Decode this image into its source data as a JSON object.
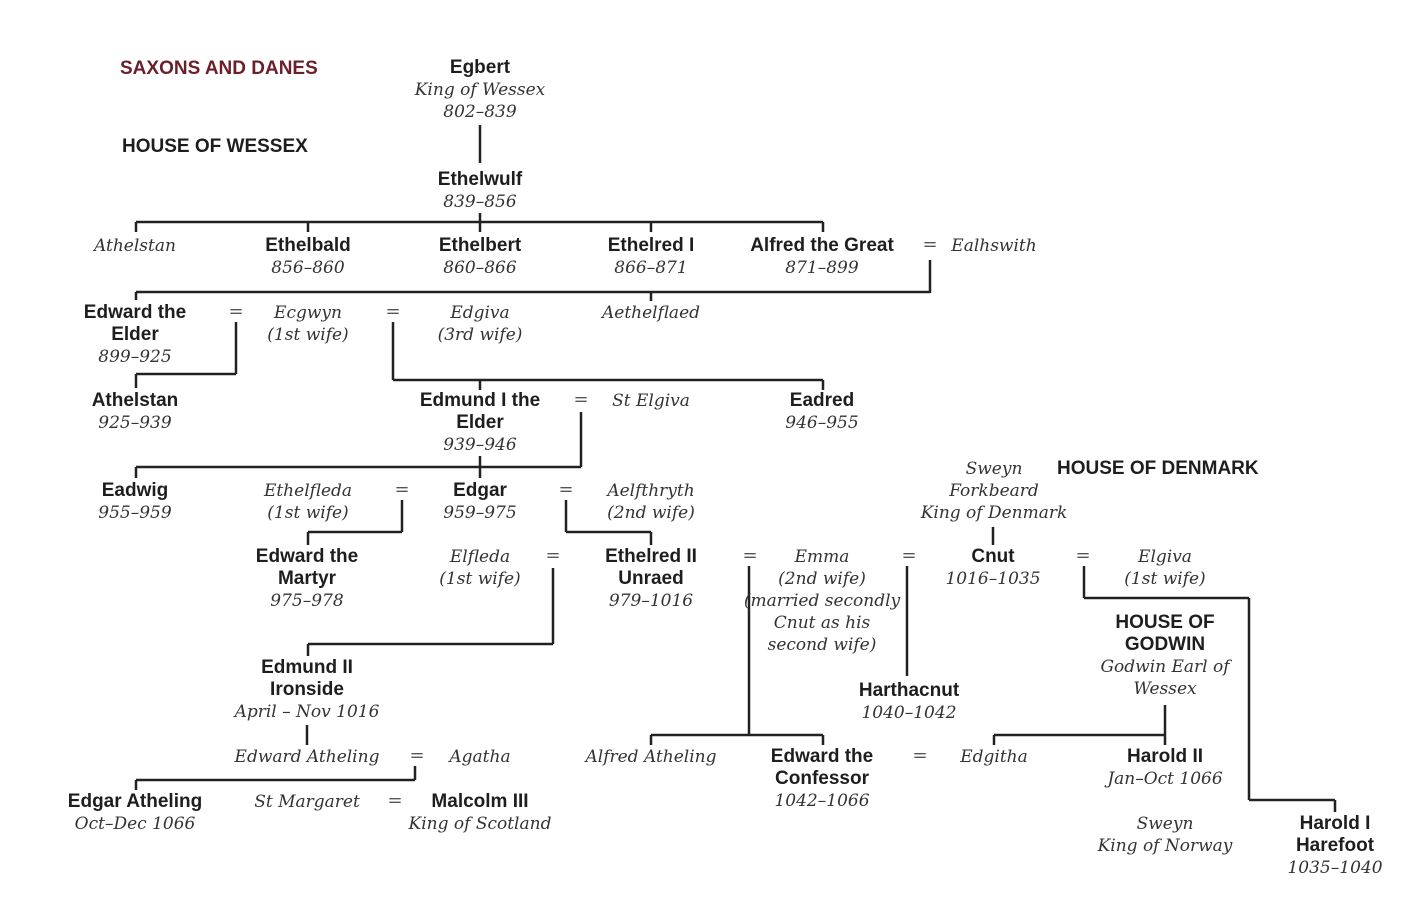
{
  "title": "SAXONS AND DANES",
  "houses": {
    "wessex": "HOUSE OF WESSEX",
    "denmark": "HOUSE OF DENMARK",
    "godwin": [
      "HOUSE OF",
      "GODWIN"
    ]
  },
  "marriage_symbol": "=",
  "nodes": {
    "egbert": [
      "Egbert",
      "King of Wessex",
      "802–839"
    ],
    "ethelwulf": [
      "Ethelwulf",
      "839–856"
    ],
    "athelstan1": [
      "Athelstan"
    ],
    "ethelbald": [
      "Ethelbald",
      "856–860"
    ],
    "ethelbert": [
      "Ethelbert",
      "860–866"
    ],
    "ethelred1": [
      "Ethelred I",
      "866–871"
    ],
    "alfred": [
      "Alfred the Great",
      "871–899"
    ],
    "ealhswith": [
      "Ealhswith"
    ],
    "edward_elder": [
      "Edward the",
      "Elder",
      "899–925"
    ],
    "ecgwyn": [
      "Ecgwyn",
      "(1st wife)"
    ],
    "edgiva": [
      "Edgiva",
      "(3rd wife)"
    ],
    "aethelflaed": [
      "Aethelflaed"
    ],
    "athelstan2": [
      "Athelstan",
      "925–939"
    ],
    "edmund1": [
      "Edmund I the",
      "Elder",
      "939–946"
    ],
    "st_elgiva": [
      "St Elgiva"
    ],
    "eadred": [
      "Eadred",
      "946–955"
    ],
    "sweyn_forkbeard": [
      "Sweyn",
      "Forkbeard",
      "King of Denmark"
    ],
    "eadwig": [
      "Eadwig",
      "955–959"
    ],
    "ethelfleda": [
      "Ethelfleda",
      "(1st wife)"
    ],
    "edgar": [
      "Edgar",
      "959–975"
    ],
    "aelfthryth": [
      "Aelfthryth",
      "(2nd wife)"
    ],
    "edward_martyr": [
      "Edward the",
      "Martyr",
      "975–978"
    ],
    "elfleda": [
      "Elfleda",
      "(1st wife)"
    ],
    "ethelred2": [
      "Ethelred II",
      "Unraed",
      "979–1016"
    ],
    "emma": [
      "Emma",
      "(2nd wife)",
      "(married secondly",
      "Cnut as his",
      "second wife)"
    ],
    "cnut": [
      "Cnut",
      "1016–1035"
    ],
    "elgiva": [
      "Elgiva",
      "(1st wife)"
    ],
    "godwin": [
      "Godwin Earl of",
      "Wessex"
    ],
    "edmund2": [
      "Edmund II",
      "Ironside",
      "April – Nov 1016"
    ],
    "harthacnut": [
      "Harthacnut",
      "1040–1042"
    ],
    "edward_atheling": [
      "Edward Atheling"
    ],
    "agatha": [
      "Agatha"
    ],
    "alfred_atheling": [
      "Alfred Atheling"
    ],
    "edward_confessor": [
      "Edward the",
      "Confessor",
      "1042–1066"
    ],
    "edgitha": [
      "Edgitha"
    ],
    "harold2": [
      "Harold II",
      "Jan–Oct 1066"
    ],
    "edgar_atheling": [
      "Edgar Atheling",
      "Oct–Dec 1066"
    ],
    "st_margaret": [
      "St Margaret"
    ],
    "malcolm3": [
      "Malcolm III",
      "King of Scotland"
    ],
    "sweyn_norway": [
      "Sweyn",
      "King of Norway"
    ],
    "harold1": [
      "Harold I",
      "Harefoot",
      "1035–1040"
    ]
  }
}
